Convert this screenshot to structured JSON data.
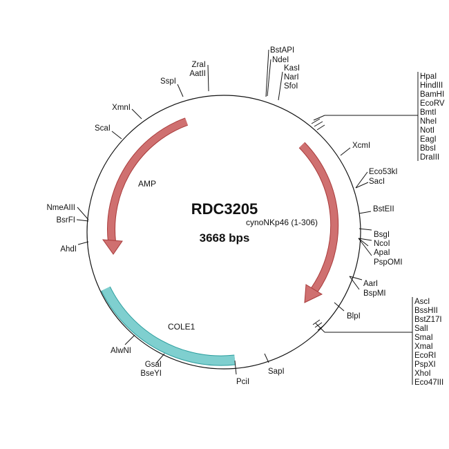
{
  "plasmid": {
    "name": "RDC3205",
    "size": "3668 bps"
  },
  "features": {
    "amp": "AMP",
    "insert": "cynoNKp46 (1-306)",
    "ori": "COLE1"
  },
  "colors": {
    "amp_arrow": "#c96a6a",
    "insert_arrow": "#c96a6a",
    "ori": "#7fcfcf",
    "stroke": "#111111"
  },
  "sites": {
    "top_a": [
      "BstAPI",
      "NdeI"
    ],
    "top_b": [
      "KasI",
      "NarI",
      "SfoI"
    ],
    "zra": [
      "ZraI",
      "AatII"
    ],
    "sspi": "SspI",
    "xmni": "XmnI",
    "scai": "ScaI",
    "mcs1": [
      "HpaI",
      "HindIII",
      "BamHI",
      "EcoRV",
      "BmtI",
      "NheI",
      "NotI",
      "EagI",
      "BbsI",
      "DraIII"
    ],
    "xcmi": "XcmI",
    "eco53": [
      "Eco53kI",
      "SacI"
    ],
    "bsteii": "BstEII",
    "bsgi": [
      "BsgI",
      "NcoI",
      "ApaI",
      "PspOMI"
    ],
    "aari": [
      "AarI",
      "BspMI"
    ],
    "blpi": "BlpI",
    "mcs2": [
      "AscI",
      "BssHII",
      "BstZ17I",
      "SalI",
      "SmaI",
      "XmaI",
      "EcoRI",
      "PspXI",
      "XhoI",
      "Eco47III"
    ],
    "sapi": "SapI",
    "pcii": "PciI",
    "gsai": [
      "GsaI",
      "BseYI"
    ],
    "alwni": "AlwNI",
    "ahdi": "AhdI",
    "nme": [
      "NmeAIII",
      "BsrFI"
    ]
  }
}
